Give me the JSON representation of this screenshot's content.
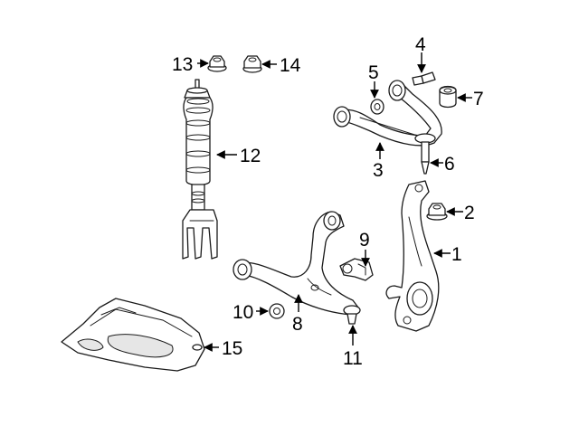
{
  "callouts": {
    "c1": "1",
    "c2": "2",
    "c3": "3",
    "c4": "4",
    "c5": "5",
    "c6": "6",
    "c7": "7",
    "c8": "8",
    "c9": "9",
    "c10": "10",
    "c11": "11",
    "c12": "12",
    "c13": "13",
    "c14": "14",
    "c15": "15"
  },
  "colors": {
    "line": "#1a1a1a",
    "background": "#ffffff",
    "shade": "#e6e6e6"
  }
}
